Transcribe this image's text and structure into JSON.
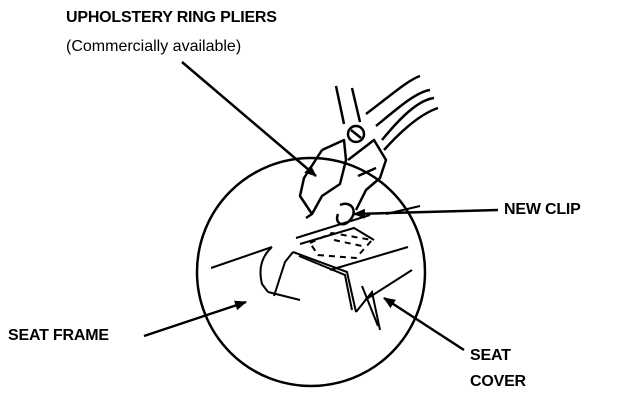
{
  "diagram": {
    "pliers_label": "UPHOLSTERY RING PLIERS",
    "pliers_sublabel": "(Commercially available)",
    "clip_label": "NEW CLIP",
    "frame_label": "SEAT FRAME",
    "cover_label_line1": "SEAT",
    "cover_label_line2": "COVER"
  },
  "colors": {
    "ink": "#000000",
    "background": "#ffffff"
  }
}
